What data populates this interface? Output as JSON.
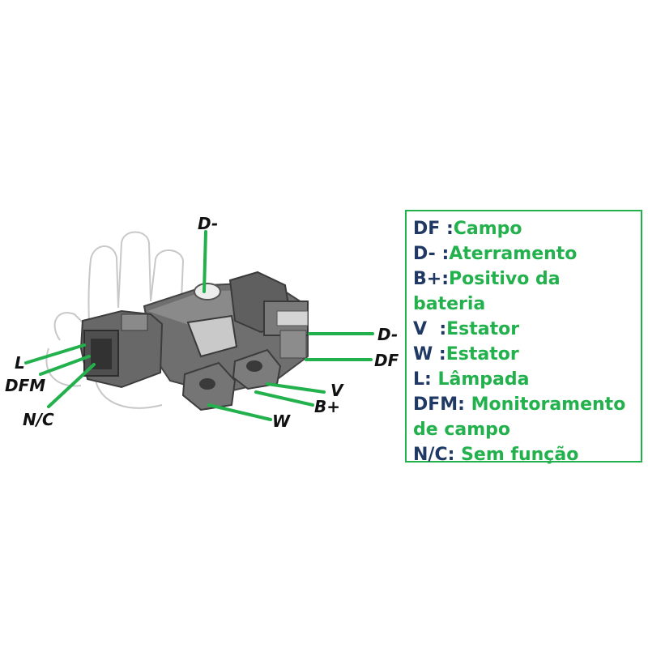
{
  "colors": {
    "line": "#22b14c",
    "legend_code": "#1f3864",
    "legend_text": "#22b14c",
    "label": "#111111"
  },
  "diagram_labels": {
    "d_minus_top": "D-",
    "d_minus_right": "D-",
    "df": "DF",
    "v": "V",
    "b_plus": "B+",
    "w": "W",
    "l": "L",
    "dfm": "DFM",
    "nc": "N/C"
  },
  "legend": [
    {
      "code": "DF :",
      "desc": "Campo"
    },
    {
      "code": "D- :",
      "desc": "Aterramento"
    },
    {
      "code": "B+:",
      "desc": "Positivo da",
      "desc2": "bateria"
    },
    {
      "code": "V  :",
      "desc": "Estator"
    },
    {
      "code": "W :",
      "desc": "Estator"
    },
    {
      "code": "L: ",
      "desc": "Lâmpada"
    },
    {
      "code": "DFM: ",
      "desc": "Monitoramento",
      "desc2": "de campo"
    },
    {
      "code": "N/C: ",
      "desc": "Sem função"
    }
  ]
}
